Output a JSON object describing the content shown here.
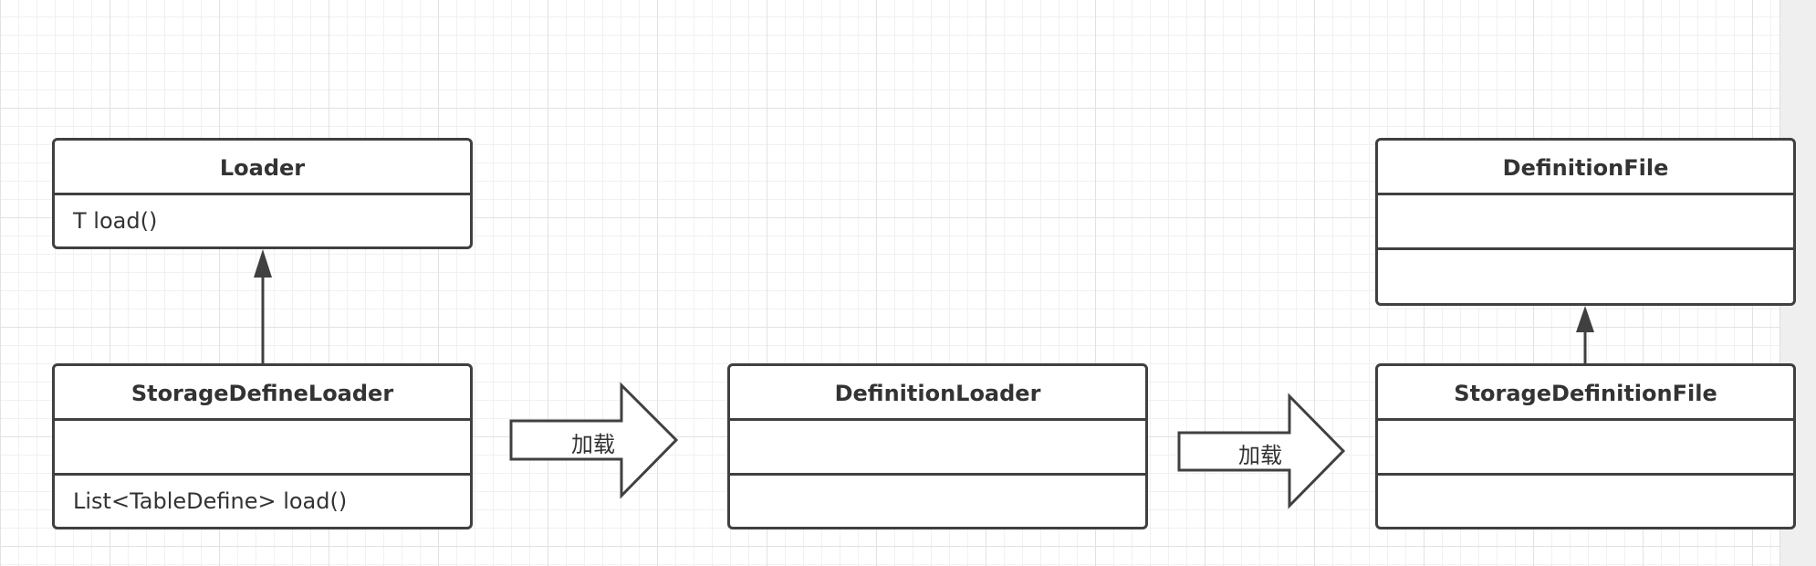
{
  "classes": {
    "loader": {
      "name": "Loader",
      "methods": "T load()"
    },
    "storage_define_loader": {
      "name": "StorageDefineLoader",
      "attributes": "",
      "methods": "List<TableDefine> load()"
    },
    "definition_loader": {
      "name": "DefinitionLoader",
      "attributes": "",
      "methods": ""
    },
    "definition_file": {
      "name": "DefinitionFile",
      "attributes": "",
      "methods": ""
    },
    "storage_definition_file": {
      "name": "StorageDefinitionFile",
      "attributes": "",
      "methods": ""
    }
  },
  "arrows": {
    "load_arrow_1": {
      "label": "加载"
    },
    "load_arrow_2": {
      "label": "加载"
    }
  },
  "colors": {
    "line": "#404040",
    "text": "#333333",
    "grid": "#e2e2e2"
  }
}
